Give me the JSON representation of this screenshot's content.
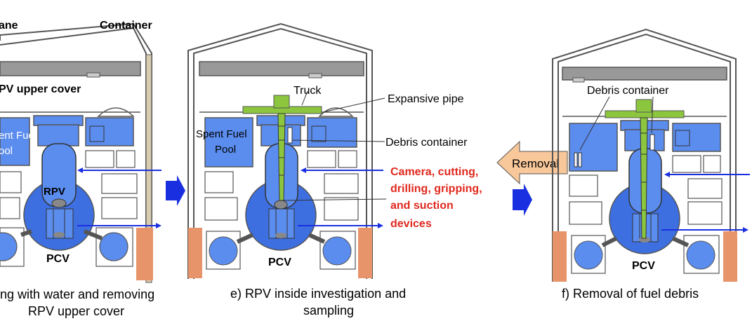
{
  "colors": {
    "building_wall": "#d9cbb0",
    "building_outline": "#555555",
    "crane": "#999999",
    "pool_blue": "#5b8def",
    "reactor_blue": "#3d6fe0",
    "green_truck": "#8cc63f",
    "arrow_blue": "#1a2fe0",
    "accent_red": "#e0281e",
    "orange_base": "#e8946a",
    "removal_arrow": "#f8c79a"
  },
  "labels": {
    "panel_d": {
      "crane": "ane",
      "container": "Container",
      "rpv_upper_cover": "PV upper cover",
      "spent_fuel_pool_line1": "ent Fuel",
      "spent_fuel_pool_line2": "ool",
      "rpv": "RPV",
      "pcv": "PCV",
      "caption_line1": "ing with water and removing",
      "caption_line2": "RPV upper cover"
    },
    "panel_e": {
      "truck": "Truck",
      "expansive_pipe": "Expansive pipe",
      "spent_fuel_pool_line1": "Spent Fuel",
      "spent_fuel_pool_line2": "Pool",
      "debris_container": "Debris container",
      "devices_line1": "Camera, cutting,",
      "devices_line2": "drilling, gripping,",
      "devices_line3": "and suction",
      "devices_line4": "devices",
      "pcv": "PCV",
      "caption_line1": "e) RPV inside investigation and",
      "caption_line2": "sampling"
    },
    "panel_f": {
      "debris_container": "Debris container",
      "removal": "Removal",
      "pcv": "PCV",
      "caption": "f) Removal of fuel debris"
    }
  },
  "icons": [
    "step-arrow-icon",
    "step-arrow-icon",
    "removal-arrow-icon"
  ]
}
